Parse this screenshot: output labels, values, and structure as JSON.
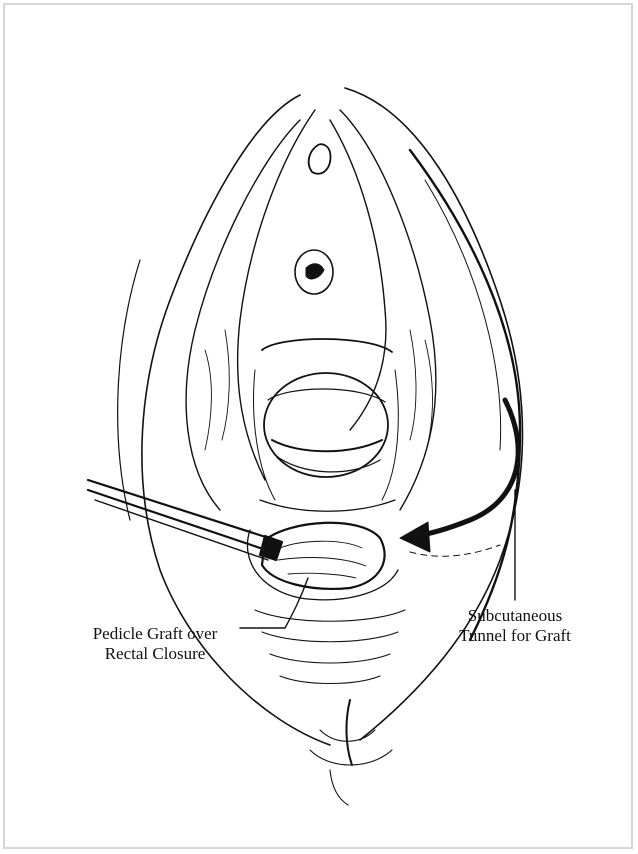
{
  "figure": {
    "labels": {
      "graft": {
        "line1": "Pedicle Graft over",
        "line2": "Rectal Closure"
      },
      "tunnel": {
        "line1": "Subcutaneous",
        "line2": "Tunnel for Graft"
      }
    },
    "colors": {
      "ink": "#111111",
      "background": "#ffffff",
      "frame": "#d6d6d6"
    }
  }
}
